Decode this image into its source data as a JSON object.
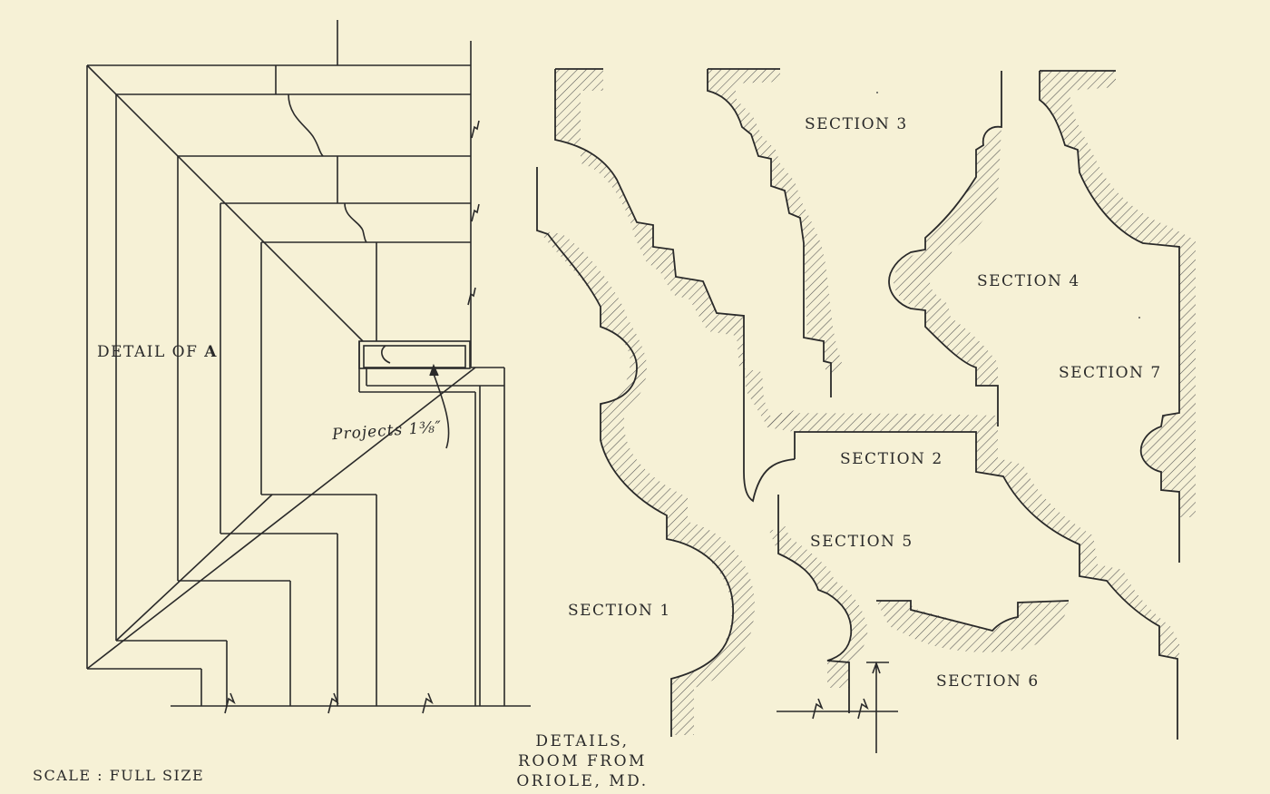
{
  "colors": {
    "paper": "#f6f1d6",
    "ink": "#2a2a2a",
    "hatch": "#555555"
  },
  "labels": {
    "detail_a": "DETAIL OF",
    "detail_a_letter": "A",
    "projects": "Projects  1⅜″",
    "section_1": "SECTION 1",
    "section_2": "SECTION 2",
    "section_3": "SECTION 3",
    "section_4": "SECTION 4",
    "section_5": "SECTION 5",
    "section_6": "SECTION 6",
    "section_7": "SECTION 7",
    "scale": "SCALE : FULL SIZE"
  },
  "title_block": {
    "line1": "DETAILS,",
    "line2": "ROOM FROM",
    "line3": "ORIOLE,   MD."
  }
}
